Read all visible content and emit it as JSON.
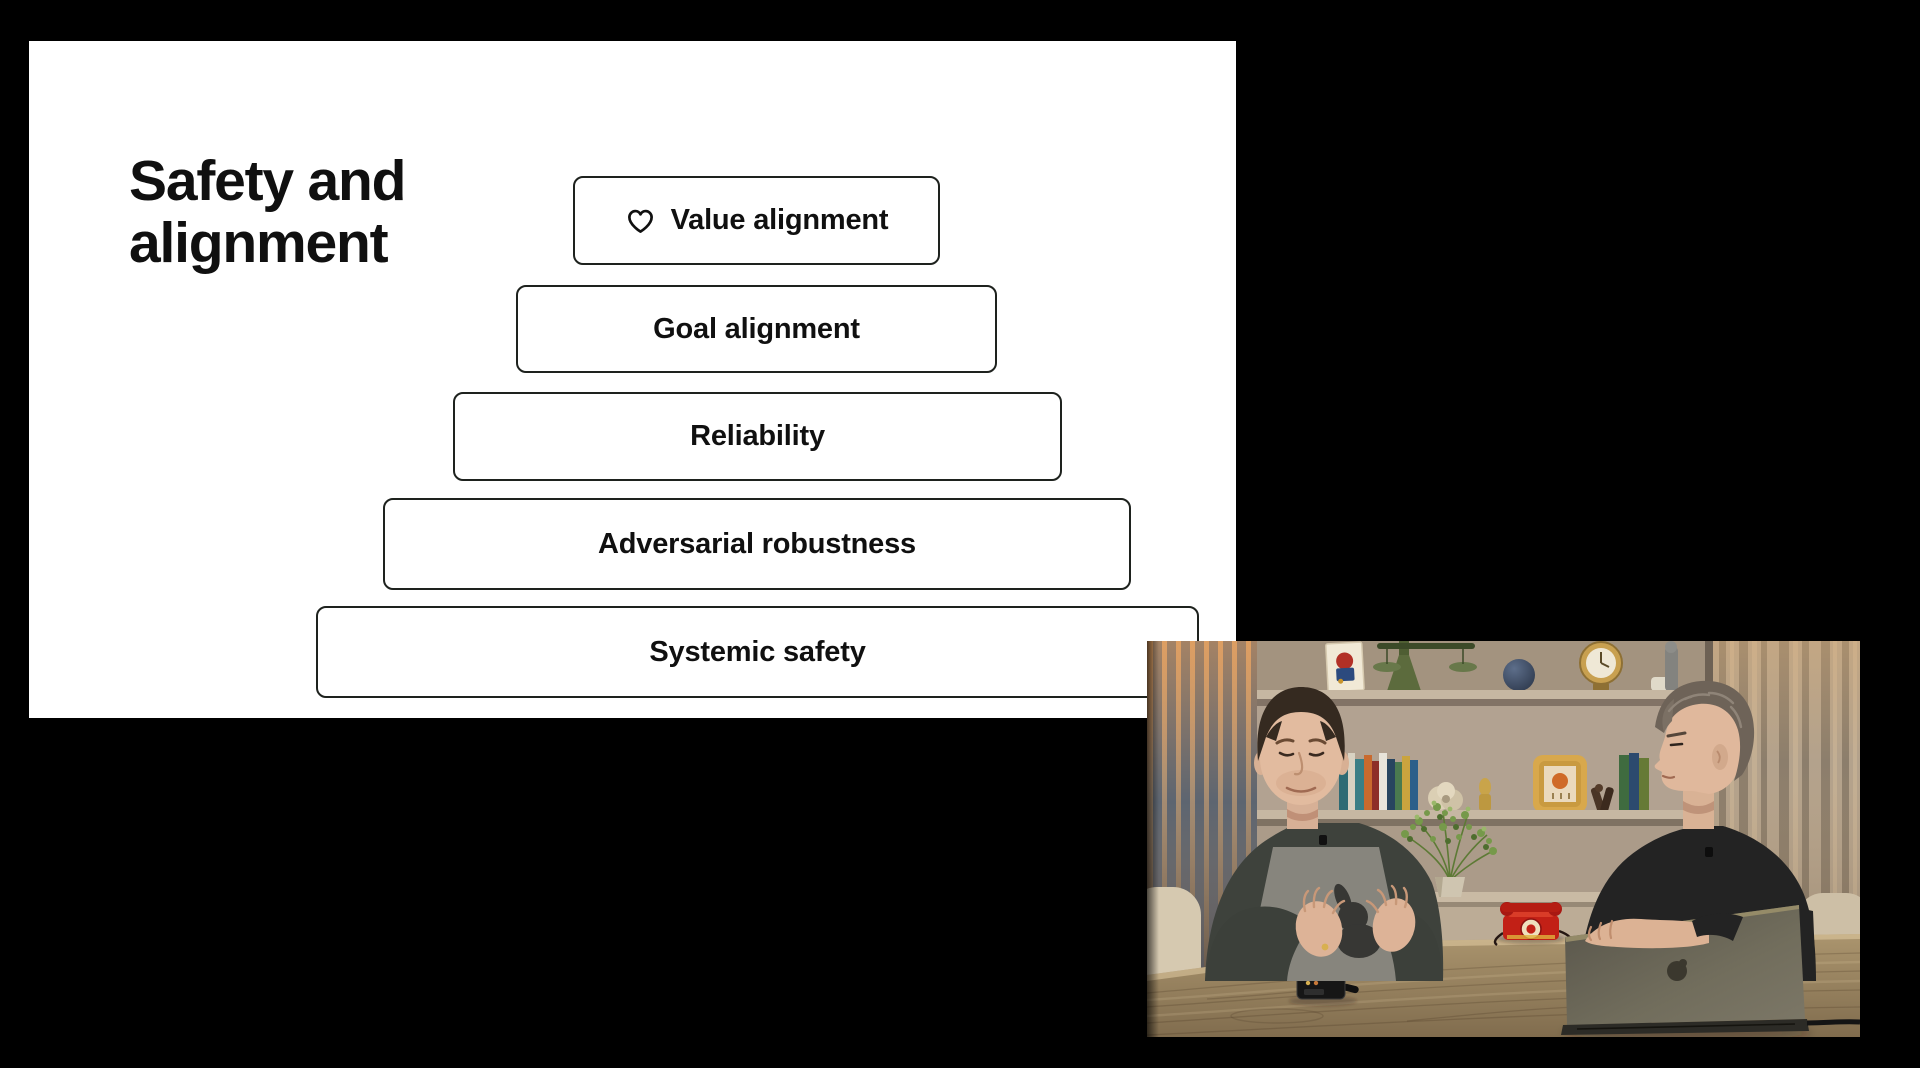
{
  "scene": {
    "background_color": "#000000",
    "kind": "presentation video frame with picture-in-picture speakers"
  },
  "slide": {
    "title": "Safety and alignment",
    "background_color": "#ffffff",
    "text_color": "#101010",
    "box_border_color": "#1e221e",
    "boxes": [
      {
        "label": "Value alignment",
        "icon": "heart-outline-icon"
      },
      {
        "label": "Goal alignment"
      },
      {
        "label": "Reliability"
      },
      {
        "label": "Adversarial robustness"
      },
      {
        "label": "Systemic safety"
      }
    ]
  },
  "speaker_video": {
    "people_count": 2,
    "colors": {
      "wall": "#b2a291",
      "table_wood": "#a8926b",
      "curtain_tan": "#b3a28c",
      "telephone_red": "#c22016",
      "laptop_gray": "#6b6858"
    }
  }
}
